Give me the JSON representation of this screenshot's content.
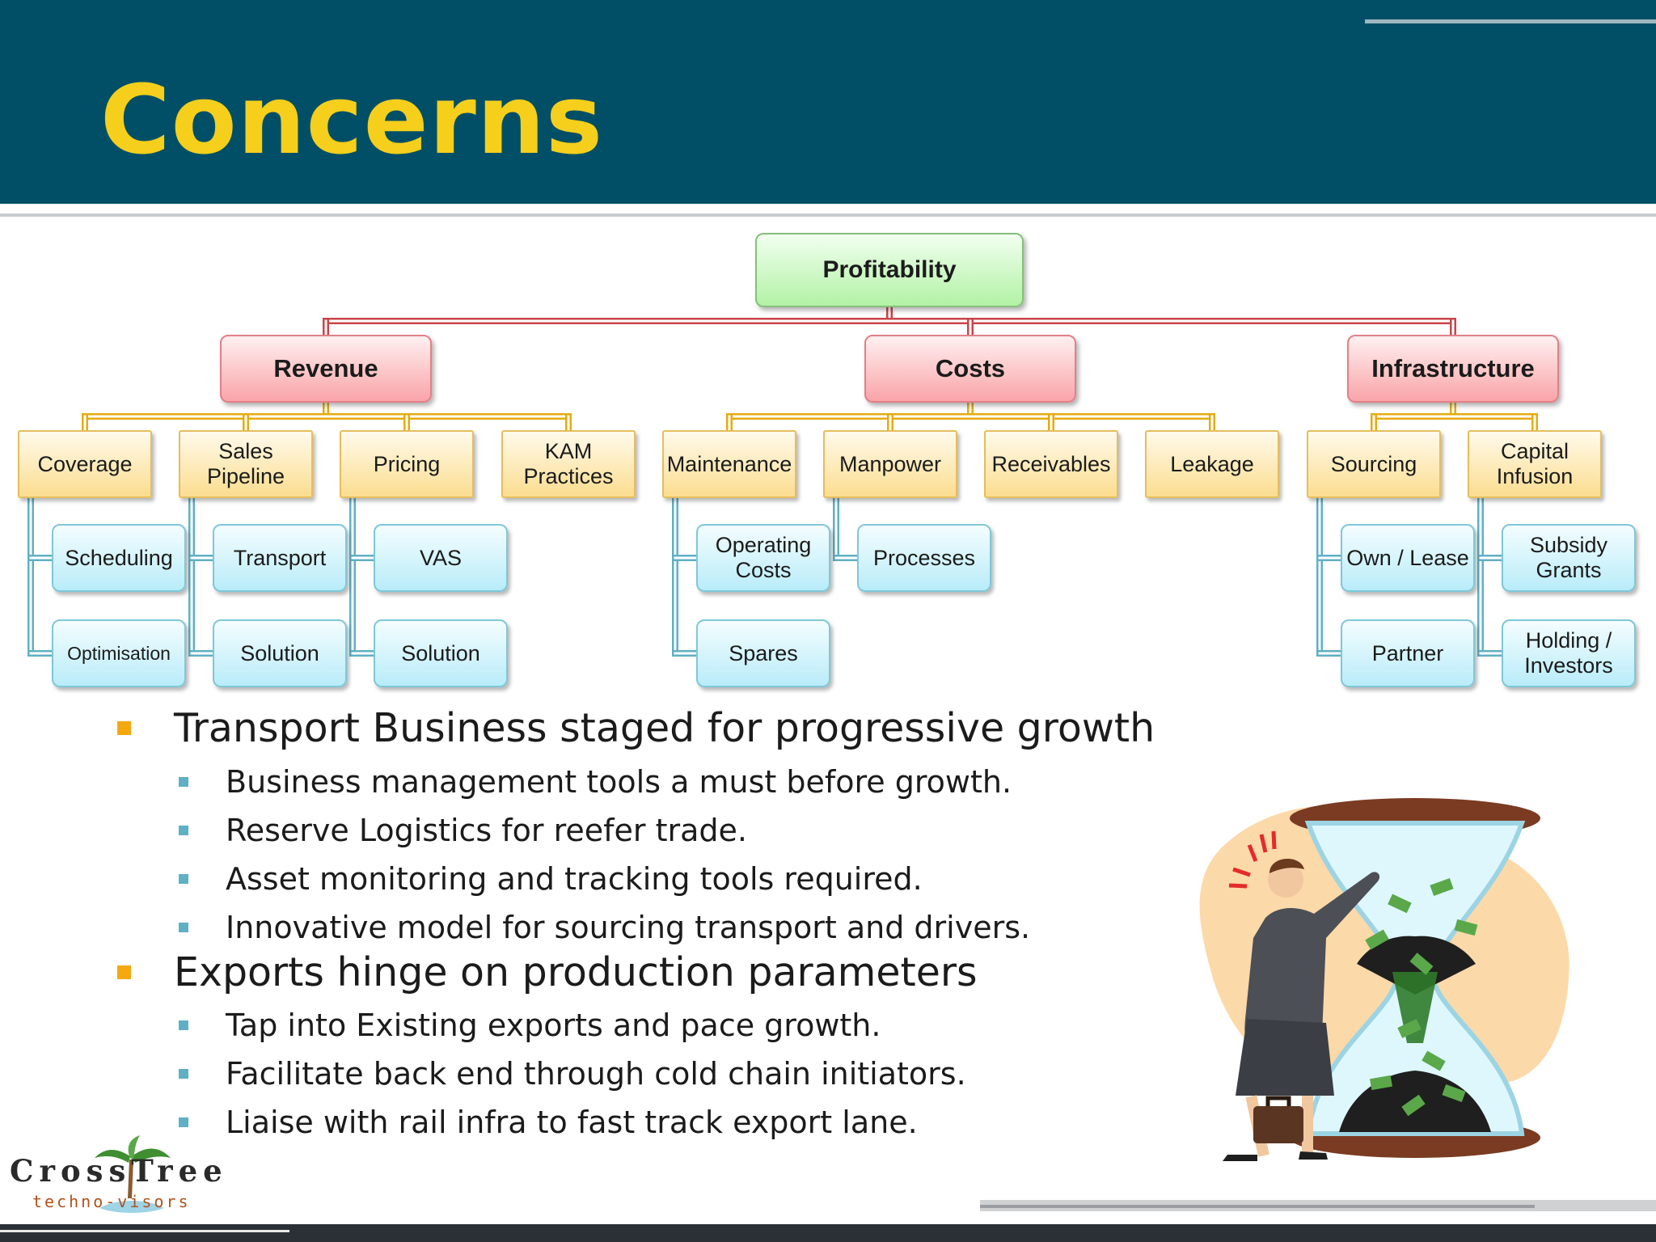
{
  "slide": {
    "title": "Concerns"
  },
  "diagram": {
    "root": "Profitability",
    "categories": [
      {
        "label": "Revenue",
        "children": [
          {
            "label": "Coverage",
            "children": [
              "Scheduling",
              "Optimisation"
            ]
          },
          {
            "label": "Sales Pipeline",
            "children": [
              "Transport",
              "Solution"
            ]
          },
          {
            "label": "Pricing",
            "children": [
              "VAS",
              "Solution"
            ]
          },
          {
            "label": "KAM Practices",
            "children": []
          }
        ]
      },
      {
        "label": "Costs",
        "children": [
          {
            "label": "Maintenance",
            "children": [
              "Operating Costs",
              "Spares"
            ]
          },
          {
            "label": "Manpower",
            "children": [
              "Processes"
            ]
          },
          {
            "label": "Receivables",
            "children": []
          },
          {
            "label": "Leakage",
            "children": []
          }
        ]
      },
      {
        "label": "Infrastructure",
        "children": [
          {
            "label": "Sourcing",
            "children": [
              "Own / Lease",
              "Partner"
            ]
          },
          {
            "label": "Capital Infusion",
            "children": [
              "Subsidy Grants",
              "Holding / Investors"
            ]
          }
        ]
      }
    ]
  },
  "bullets": [
    {
      "text": "Transport Business staged for progressive growth",
      "sub": [
        "Business management tools a must before growth.",
        "Reserve Logistics for reefer trade.",
        "Asset monitoring and tracking tools required.",
        "Innovative model for sourcing transport and drivers."
      ]
    },
    {
      "text": "Exports hinge on production parameters",
      "sub": [
        "Tap into Existing exports and pace growth.",
        "Facilitate back end through cold chain initiators.",
        "Liaise with rail infra to fast track export lane."
      ]
    }
  ],
  "logo": {
    "name": "CrossTree",
    "tagline": "techno-visors"
  },
  "colors": {
    "header": "#014f66",
    "title": "#f5cf1b",
    "root_fill": "#b2f2a5",
    "level1_fill": "#f9a4a8",
    "level2_fill": "#fbdd8f",
    "level3_fill": "#b9ecf9",
    "root_connector": "#c9444a",
    "level1_connector": "#e5ab10",
    "level2_connector": "#5fb0c4",
    "bullet_primary": "#f3a90f",
    "bullet_secondary": "#5fb0c4"
  },
  "icons": {
    "illustration": "businesswoman-pushing-hourglass-money-icon",
    "logo": "palm-tree-icon"
  }
}
